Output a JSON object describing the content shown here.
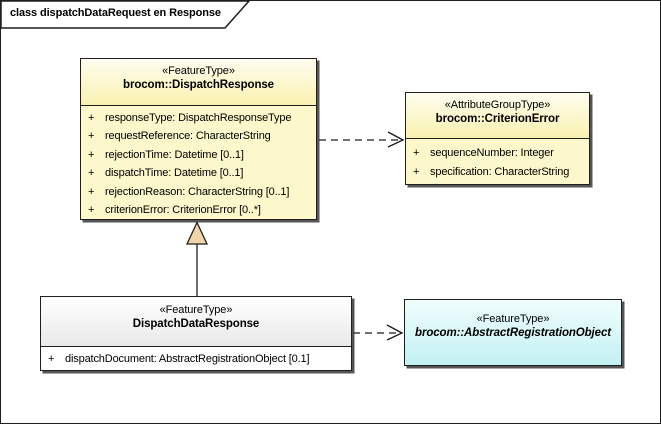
{
  "diagram": {
    "title": "class dispatchDataRequest en Response"
  },
  "colors": {
    "class_fill_yellow": "#FCF8CC",
    "class_fill_yellow_gradient_bottom": "#F9F1B0",
    "class_fill_cyan": "#C3F1F2",
    "class_header_gray": "#E9E9E9",
    "generalization_head_fill": "#F0D5A9",
    "line_color": "#1F1F1F",
    "background": "#FFFFFF"
  },
  "boxes": {
    "dispatchResponse": {
      "stereotype": "«FeatureType»",
      "name": "brocom::DispatchResponse",
      "attributes": [
        {
          "vis": "+",
          "text": "responseType: DispatchResponseType"
        },
        {
          "vis": "+",
          "text": "requestReference: CharacterString"
        },
        {
          "vis": "+",
          "text": "rejectionTime: Datetime [0..1]"
        },
        {
          "vis": "+",
          "text": "dispatchTime: Datetime [0..1]"
        },
        {
          "vis": "+",
          "text": "rejectionReason: CharacterString [0..1]"
        },
        {
          "vis": "+",
          "text": "criterionError: CriterionError [0..*]"
        }
      ]
    },
    "criterionError": {
      "stereotype": "«AttributeGroupType»",
      "name": "brocom::CriterionError",
      "attributes": [
        {
          "vis": "+",
          "text": "sequenceNumber: Integer"
        },
        {
          "vis": "+",
          "text": "specification: CharacterString"
        }
      ]
    },
    "dispatchDataResponse": {
      "stereotype": "«FeatureType»",
      "name": "DispatchDataResponse",
      "attributes": [
        {
          "vis": "+",
          "text": "dispatchDocument: AbstractRegistrationObject [0.1]"
        }
      ]
    },
    "abstractRegistrationObject": {
      "stereotype": "«FeatureType»",
      "name": "brocom::AbstractRegistrationObject"
    }
  },
  "relations": [
    {
      "type": "dependency",
      "from": "brocom::DispatchResponse",
      "to": "brocom::CriterionError",
      "style": "dashed-open-arrow"
    },
    {
      "type": "generalization",
      "from": "DispatchDataResponse",
      "to": "brocom::DispatchResponse",
      "style": "solid-hollow-triangle"
    },
    {
      "type": "dependency",
      "from": "DispatchDataResponse",
      "to": "brocom::AbstractRegistrationObject",
      "style": "dashed-open-arrow"
    }
  ]
}
